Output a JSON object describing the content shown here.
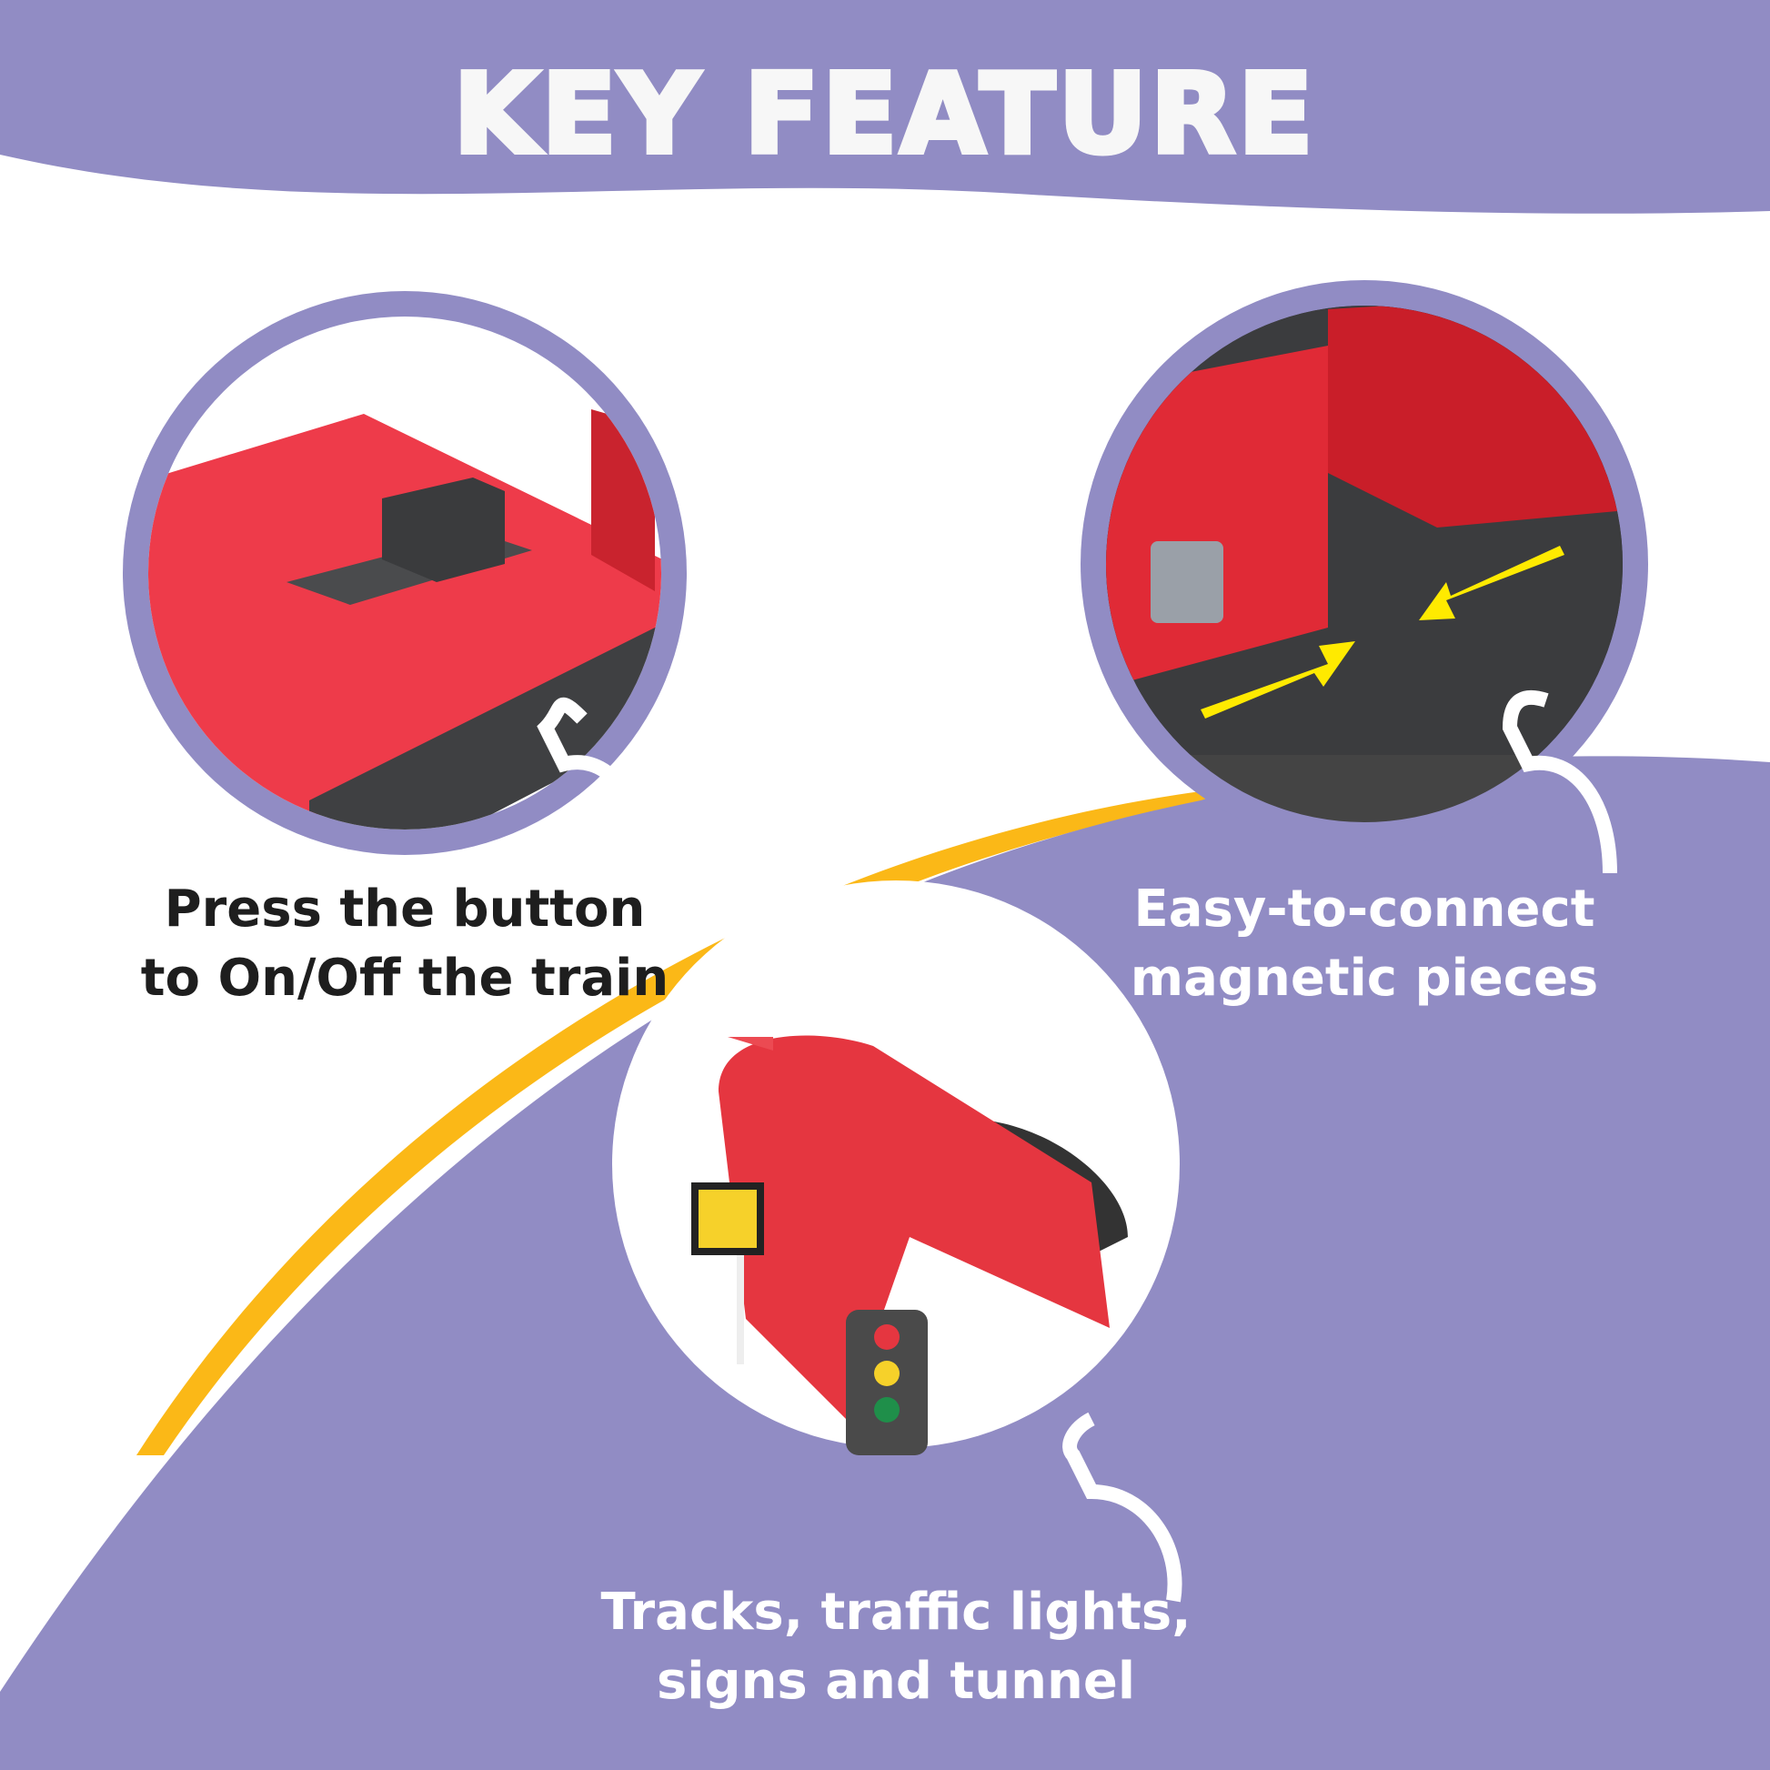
{
  "header": {
    "title": "KEY FEATURE"
  },
  "features": [
    {
      "line1": "Press the button",
      "line2": "to On/Off the train",
      "icon": "power-switch"
    },
    {
      "line1": "Easy-to-connect",
      "line2": "magnetic pieces",
      "icon": "magnet-connector"
    },
    {
      "line1": "Tracks, traffic lights,",
      "line2": "signs and tunnel",
      "icon": "tunnel-track"
    }
  ],
  "colors": {
    "purple": "#918cc4",
    "yellow": "#fbb817",
    "red": "#ee3b4a",
    "dark": "#3f4042"
  }
}
